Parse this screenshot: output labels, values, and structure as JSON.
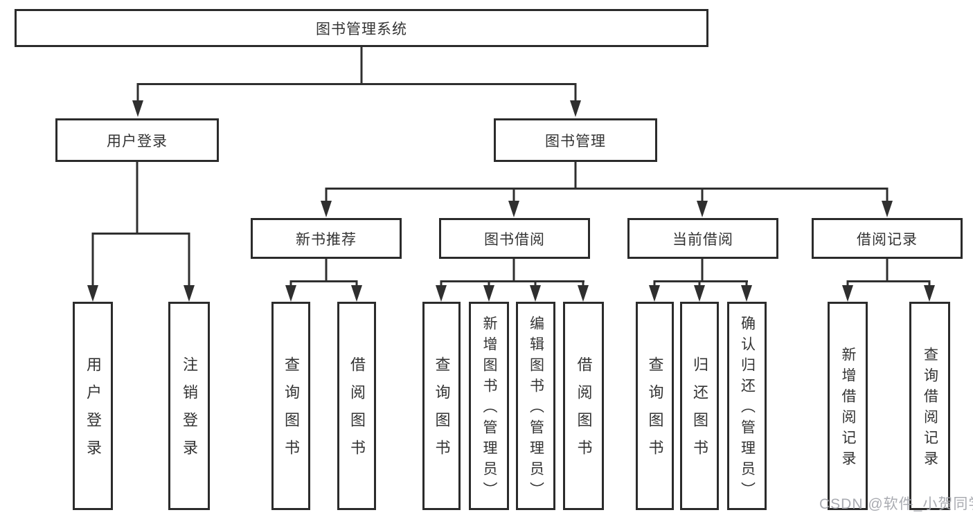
{
  "tree": {
    "label": "图书管理系统",
    "children": [
      {
        "label": "用户登录",
        "children": [
          {
            "label": "用户登录"
          },
          {
            "label": "注销登录"
          }
        ]
      },
      {
        "label": "图书管理",
        "children": [
          {
            "label": "新书推荐",
            "children": [
              {
                "label": "查询图书"
              },
              {
                "label": "借阅图书"
              }
            ]
          },
          {
            "label": "图书借阅",
            "children": [
              {
                "label": "查询图书"
              },
              {
                "label": "新增图书（管理员）"
              },
              {
                "label": "编辑图书（管理员）"
              },
              {
                "label": "借阅图书"
              }
            ]
          },
          {
            "label": "当前借阅",
            "children": [
              {
                "label": "查询图书"
              },
              {
                "label": "归还图书"
              },
              {
                "label": "确认归还（管理员）"
              }
            ]
          },
          {
            "label": "借阅记录",
            "children": [
              {
                "label": "新增借阅记录"
              },
              {
                "label": "查询借阅记录"
              }
            ]
          }
        ]
      }
    ]
  },
  "watermark": {
    "text": "CSDN @软件_小贺同学"
  },
  "colors": {
    "line": "#2f2f2f",
    "border": "#2b2b2b",
    "text": "#333333",
    "watermark": "#a4a7ad",
    "background": "#ffffff"
  }
}
